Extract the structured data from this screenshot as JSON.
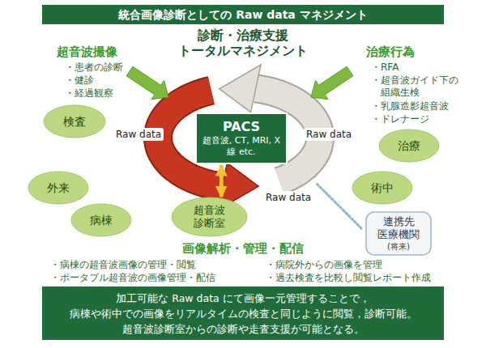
{
  "diagram": {
    "title": "統合画像診断としての Raw data マネジメント",
    "caption": "加工可能な Raw data にて画像一元管理することで， 病棟や術中での画像をリアルタイムの検査と同じように閲覧，診断可能。 超音波診断室からの診断や走査支援が可能となる。",
    "nodes": [
      {
        "text": [
          "検査"
        ]
      },
      {
        "text": [
          "PACS",
          "超音波, CT, MRI, X 線 etc."
        ]
      },
      {
        "text": [
          "治療"
        ]
      },
      {
        "text": [
          "外来"
        ]
      },
      {
        "text": [
          "術中"
        ]
      },
      {
        "text": [
          "病棟"
        ]
      },
      {
        "text": [
          "超音波 診断室"
        ]
      },
      {
        "text": [
          "連携先 医療機関",
          "(将来)"
        ]
      }
    ],
    "edges": [
      {
        "from": 1,
        "to": 6,
        "arrow": "both"
      }
    ],
    "labels": [
      "超音波撮像",
      "・患者の診断",
      "・健診",
      "・経過観察",
      "診断・治療支援 トータルマネジメント",
      "治療行為",
      "・RFA",
      "・超音波ガイド下の 組織生検",
      "・乳腺造影超音波",
      "・ドレナージ",
      "Raw data",
      "Raw data",
      "Raw data",
      "画像解析・管理・配信",
      "・病棟の超音波画像の管理・閲覧",
      "・ポータブル超音波の画像管理・配信",
      "・病院外からの画像を管理",
      "・過去検査を比較し閲覧レポート作成"
    ]
  }
}
